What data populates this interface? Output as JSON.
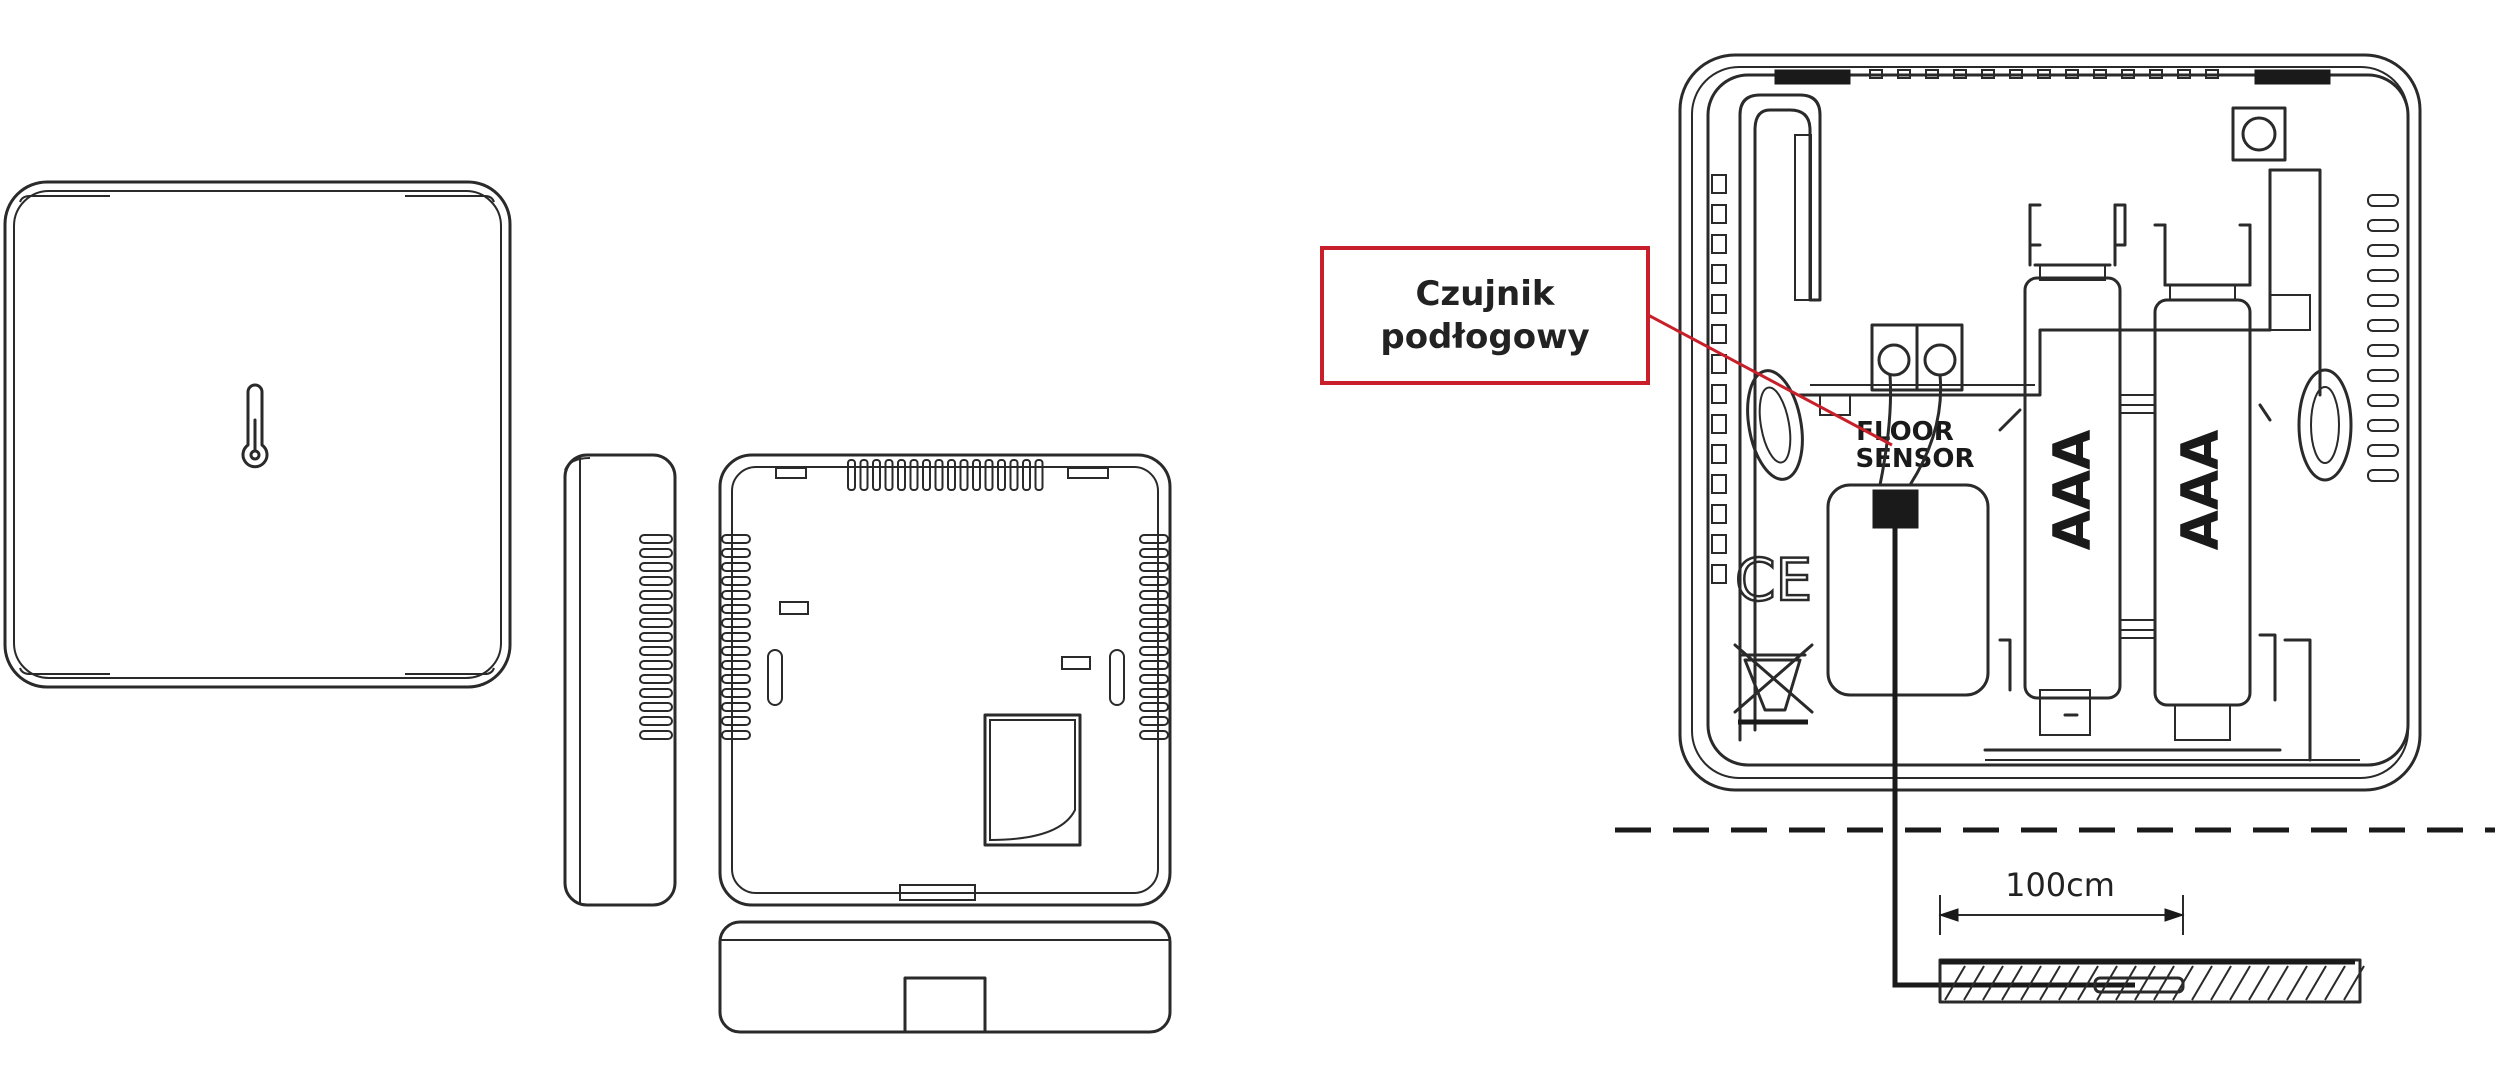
{
  "callout": {
    "line1": "Czujnik",
    "line2": "podłogowy"
  },
  "terminal_label": {
    "line1": "FLOOR",
    "line2": "SENSOR"
  },
  "batteries": {
    "left": "AAA",
    "right": "AAA"
  },
  "certification_mark": "CE",
  "dimension_label": "100cm",
  "icons": {
    "front_view": "thermometer-icon",
    "disposal": "crossed-bin-icon"
  },
  "colors": {
    "callout_border": "#c8202a",
    "line_art": "#2a2a2a",
    "background": "#ffffff"
  }
}
